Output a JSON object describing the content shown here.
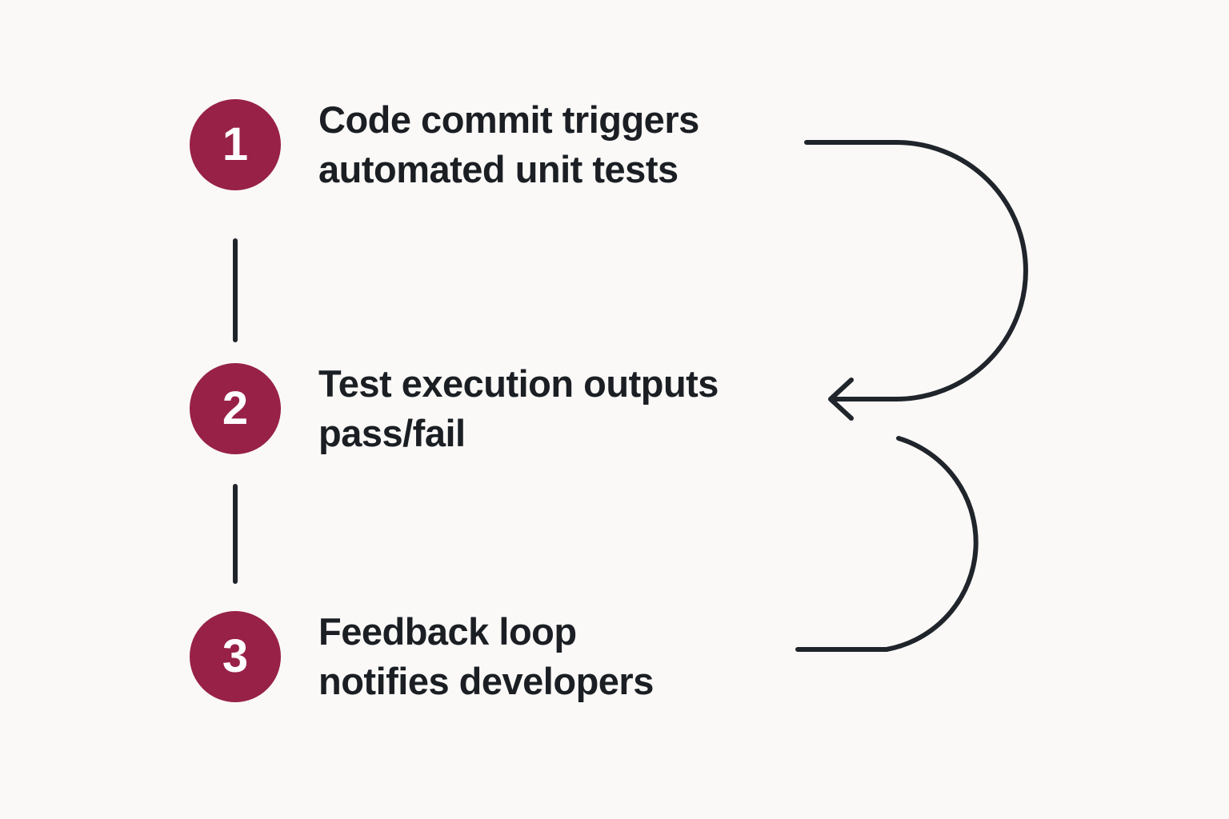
{
  "colors": {
    "background": "#faf9f7",
    "accent": "#982147",
    "line": "#20242b",
    "text": "#1b1f24",
    "number_text": "#ffffff"
  },
  "steps": [
    {
      "number": "1",
      "lines": [
        "Code commit triggers",
        "automated unit tests"
      ]
    },
    {
      "number": "2",
      "lines": [
        "Test execution outputs",
        "pass/fail"
      ]
    },
    {
      "number": "3",
      "lines": [
        "Feedback loop",
        "notifies developers"
      ]
    }
  ],
  "connectors": {
    "step1_to_step2": "curved arrow, loops right, arrowhead points left into step 2",
    "step2_to_step3": "curve, loops right down to step 3, no arrowhead",
    "vertical_ticks": "short vertical lines between badges 1-2 and 2-3"
  }
}
